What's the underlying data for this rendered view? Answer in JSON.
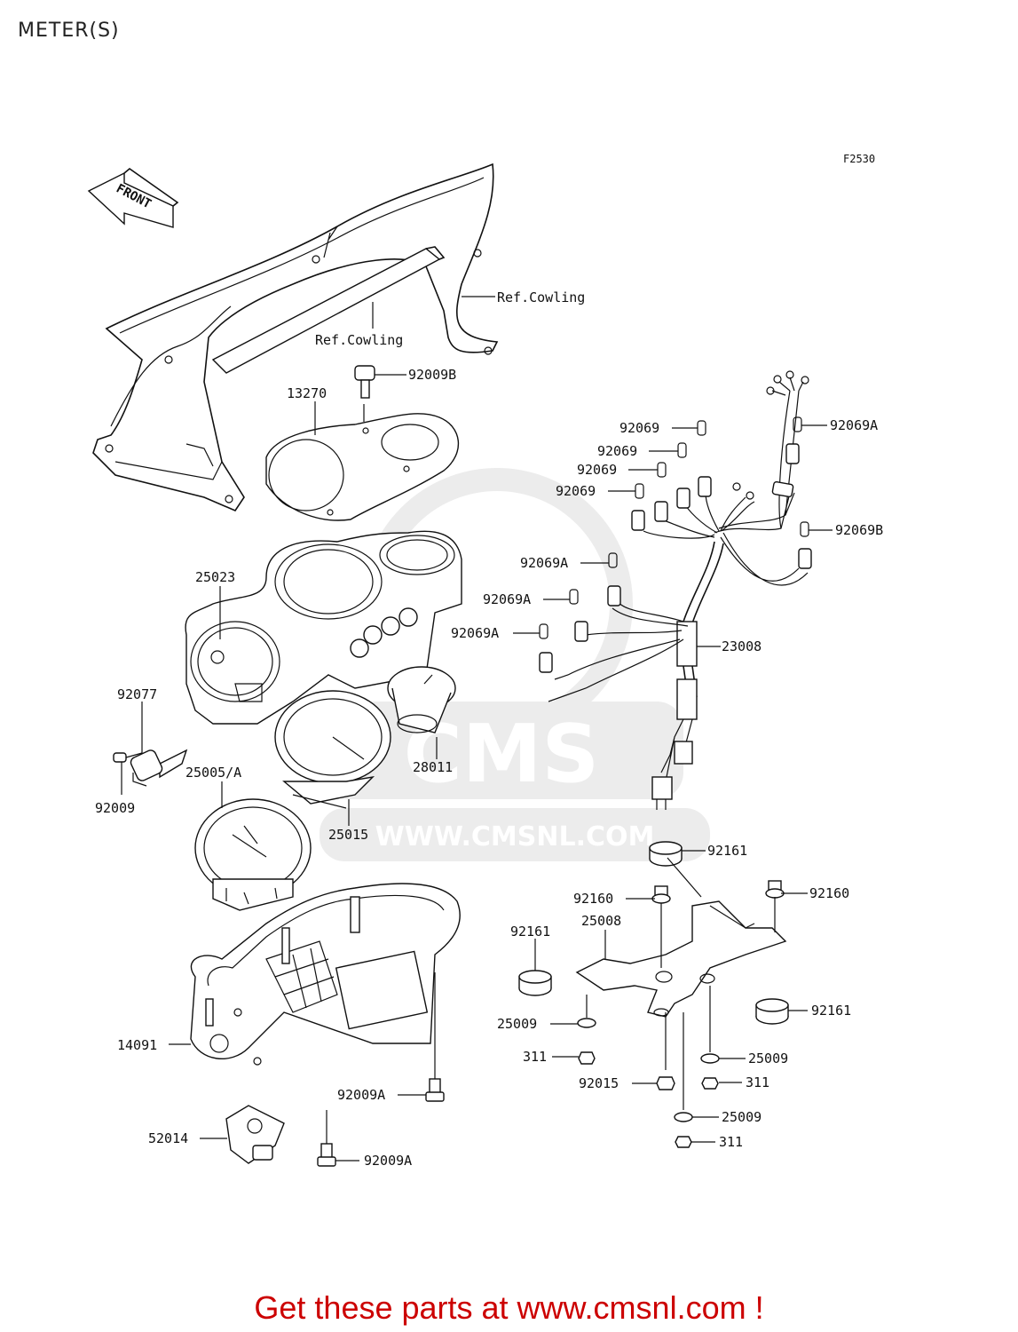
{
  "page": {
    "title": "METER(S)"
  },
  "figure": {
    "code": "F2530",
    "front_label": "FRONT",
    "watermark_text": "CMS",
    "watermark_url": "WWW.CMSNL.COM",
    "callouts": {
      "ref_cowling_right": "Ref.Cowling",
      "ref_cowling_center": "Ref.Cowling",
      "p92009B": "92009B",
      "p13270": "13270",
      "p25023": "25023",
      "p92077": "92077",
      "p92009": "92009",
      "p25005A": "25005/A",
      "p25015": "25015",
      "p28011": "28011",
      "p14091": "14091",
      "p52014": "52014",
      "p92009A_1": "92009A",
      "p92009A_2": "92009A",
      "p92069_1": "92069",
      "p92069_2": "92069",
      "p92069_3": "92069",
      "p92069_4": "92069",
      "p92069A_top": "92069A",
      "p92069B": "92069B",
      "p92069A_1": "92069A",
      "p92069A_2": "92069A",
      "p92069A_3": "92069A",
      "p23008": "23008",
      "p92161_top": "92161",
      "p92160_1": "92160",
      "p92160_2": "92160",
      "p25008": "25008",
      "p92161_left": "92161",
      "p92161_right": "92161",
      "p25009_1": "25009",
      "p25009_2": "25009",
      "p25009_3": "25009",
      "p311_1": "311",
      "p311_2": "311",
      "p311_3": "311",
      "p92015": "92015"
    }
  },
  "footer": {
    "banner": "Get these parts at www.cmsnl.com !"
  },
  "colors": {
    "banner": "#cc0000",
    "line": "#111111",
    "watermark": "#e6e6e6"
  }
}
